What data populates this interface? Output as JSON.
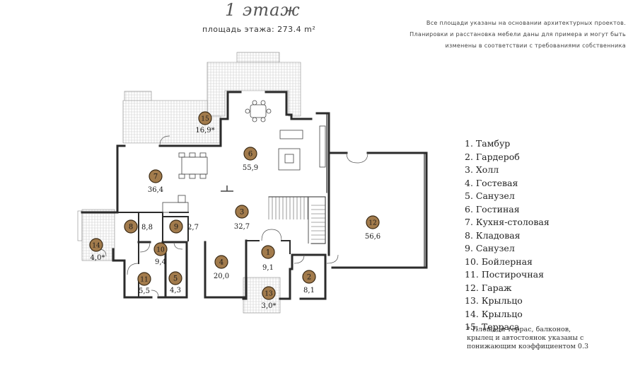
{
  "header": {
    "title": "1 этаж",
    "area_text": "площадь этажа: 273.4 m²"
  },
  "note": {
    "line1": "Все площади указаны на основании архитектурных проектов.",
    "line2": "Планировки и расстановка мебели даны для примера и могут быть",
    "line3": "изменены в соответствии с требованиями собственника"
  },
  "legend": [
    "1. Тамбур",
    "2. Гардероб",
    "3. Холл",
    "4. Гостевая",
    "5. Санузел",
    "6. Гостиная",
    "7. Кухня-столовая",
    "8. Кладовая",
    "9. Санузел",
    "10. Бойлерная",
    "11. Постирочная",
    "12. Гараж",
    "13. Крыльцо",
    "14. Крыльцо",
    "15. Терраса"
  ],
  "footnote": {
    "line1": "* Площади террас, балконов,",
    "line2": "крылец и автостоянок указаны с",
    "line3": "понижающим коэффициентом 0.3"
  },
  "rooms": [
    {
      "num": "1",
      "area": "9,1"
    },
    {
      "num": "2",
      "area": "8,1"
    },
    {
      "num": "3",
      "area": "32,7"
    },
    {
      "num": "4",
      "area": "20,0"
    },
    {
      "num": "5",
      "area": "4,3"
    },
    {
      "num": "6",
      "area": "55,9"
    },
    {
      "num": "7",
      "area": "36,4"
    },
    {
      "num": "8",
      "area": "8,8"
    },
    {
      "num": "9",
      "area": "2,7"
    },
    {
      "num": "10",
      "area": "9,4"
    },
    {
      "num": "11",
      "area": "5,5"
    },
    {
      "num": "12",
      "area": "56,6"
    },
    {
      "num": "13",
      "area": "3,0*"
    },
    {
      "num": "14",
      "area": "4,0*"
    },
    {
      "num": "15",
      "area": "16,9*"
    }
  ],
  "colors": {
    "marker_fill": "#a27b4c",
    "wall": "#2b2b2b"
  }
}
